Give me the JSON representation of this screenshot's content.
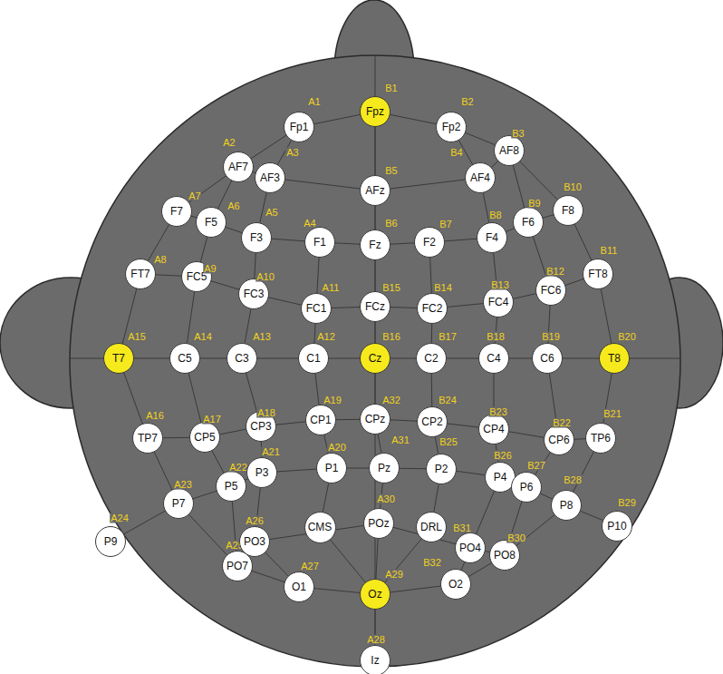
{
  "diagram": {
    "nodes": [
      {
        "text": [
          "Fp1",
          "A1"
        ]
      },
      {
        "text": [
          "Fpz",
          "B1"
        ]
      },
      {
        "text": [
          "Fp2",
          "B2"
        ]
      },
      {
        "text": [
          "AF7",
          "A2"
        ]
      },
      {
        "text": [
          "AF3",
          "A3"
        ]
      },
      {
        "text": [
          "AFz",
          "B5"
        ]
      },
      {
        "text": [
          "AF4",
          "B4"
        ]
      },
      {
        "text": [
          "AF8",
          "B3"
        ]
      },
      {
        "text": [
          "F7",
          "A7"
        ]
      },
      {
        "text": [
          "F5",
          "A6"
        ]
      },
      {
        "text": [
          "F3",
          "A5"
        ]
      },
      {
        "text": [
          "F1",
          "A4"
        ]
      },
      {
        "text": [
          "Fz",
          "B6"
        ]
      },
      {
        "text": [
          "F2",
          "B7"
        ]
      },
      {
        "text": [
          "F4",
          "B8"
        ]
      },
      {
        "text": [
          "F6",
          "B9"
        ]
      },
      {
        "text": [
          "F8",
          "B10"
        ]
      },
      {
        "text": [
          "FT7",
          "A8"
        ]
      },
      {
        "text": [
          "FC5",
          "A9"
        ]
      },
      {
        "text": [
          "FC3",
          "A10"
        ]
      },
      {
        "text": [
          "FC1",
          "A11"
        ]
      },
      {
        "text": [
          "FCz",
          "B15"
        ]
      },
      {
        "text": [
          "FC2",
          "B14"
        ]
      },
      {
        "text": [
          "FC4",
          "B13"
        ]
      },
      {
        "text": [
          "FC6",
          "B12"
        ]
      },
      {
        "text": [
          "FT8",
          "B11"
        ]
      },
      {
        "text": [
          "T7",
          "A15"
        ]
      },
      {
        "text": [
          "C5",
          "A14"
        ]
      },
      {
        "text": [
          "C3",
          "A13"
        ]
      },
      {
        "text": [
          "C1",
          "A12"
        ]
      },
      {
        "text": [
          "Cz",
          "B16"
        ]
      },
      {
        "text": [
          "C2",
          "B17"
        ]
      },
      {
        "text": [
          "C4",
          "B18"
        ]
      },
      {
        "text": [
          "C6",
          "B19"
        ]
      },
      {
        "text": [
          "T8",
          "B20"
        ]
      },
      {
        "text": [
          "TP7",
          "A16"
        ]
      },
      {
        "text": [
          "CP5",
          "A17"
        ]
      },
      {
        "text": [
          "CP3",
          "A18"
        ]
      },
      {
        "text": [
          "CP1",
          "A19"
        ]
      },
      {
        "text": [
          "CPz",
          "A32"
        ]
      },
      {
        "text": [
          "CP2",
          "B24"
        ]
      },
      {
        "text": [
          "CP4",
          "B23"
        ]
      },
      {
        "text": [
          "CP6",
          "B22"
        ]
      },
      {
        "text": [
          "TP6",
          "B21"
        ]
      },
      {
        "text": [
          "P9",
          "A24"
        ]
      },
      {
        "text": [
          "P7",
          "A23"
        ]
      },
      {
        "text": [
          "P5",
          "A22"
        ]
      },
      {
        "text": [
          "P3",
          "A21"
        ]
      },
      {
        "text": [
          "P1",
          "A20"
        ]
      },
      {
        "text": [
          "Pz",
          "A31"
        ]
      },
      {
        "text": [
          "P2",
          "B25"
        ]
      },
      {
        "text": [
          "P4",
          "B26"
        ]
      },
      {
        "text": [
          "P6",
          "B27"
        ]
      },
      {
        "text": [
          "P8",
          "B28"
        ]
      },
      {
        "text": [
          "P10",
          "B29"
        ]
      },
      {
        "text": [
          "PO7",
          "A25"
        ]
      },
      {
        "text": [
          "PO3",
          "A26"
        ]
      },
      {
        "text": [
          "CMS"
        ]
      },
      {
        "text": [
          "POz",
          "A30"
        ]
      },
      {
        "text": [
          "DRL"
        ]
      },
      {
        "text": [
          "PO4",
          "B31"
        ]
      },
      {
        "text": [
          "PO8",
          "B30"
        ]
      },
      {
        "text": [
          "O1",
          "A27"
        ]
      },
      {
        "text": [
          "Oz",
          "A29"
        ]
      },
      {
        "text": [
          "O2",
          "B32"
        ]
      },
      {
        "text": [
          "Iz",
          "A28"
        ]
      }
    ]
  }
}
